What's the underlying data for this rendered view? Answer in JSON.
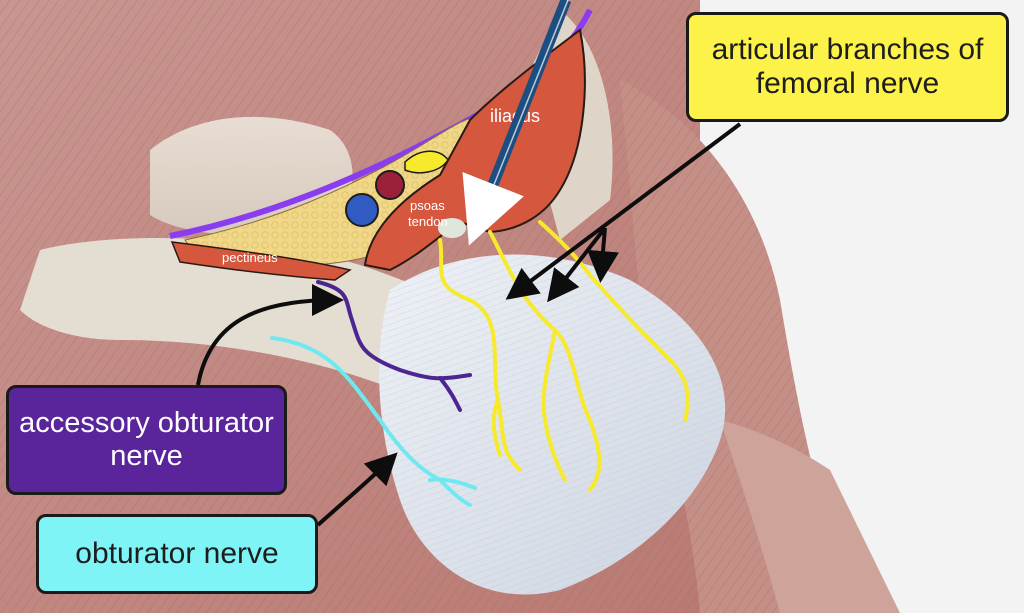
{
  "callouts": {
    "femoral": {
      "line1": "articular branches of",
      "line2": "femoral nerve"
    },
    "accessory": {
      "line1": "accessory obturator",
      "line2": "nerve"
    },
    "obturator": {
      "text": "obturator nerve"
    }
  },
  "structure_labels": {
    "iliacus": "iliacus",
    "psoas_tendon_1": "psoas",
    "psoas_tendon_2": "tendon",
    "pectineus": "pectineus"
  },
  "colors": {
    "femoral_nerve": "#f7ea2c",
    "accessory_obturator_nerve": "#4b2590",
    "obturator_nerve": "#6fe9ef",
    "iliacus_muscle": "#d4573e",
    "inguinal_ligament": "#8a3cf0",
    "fat_pad": "#f1d889",
    "femoral_artery": "#9a2139",
    "femoral_vein": "#2f5bc2",
    "arrow_blue": "#1d4e80"
  }
}
